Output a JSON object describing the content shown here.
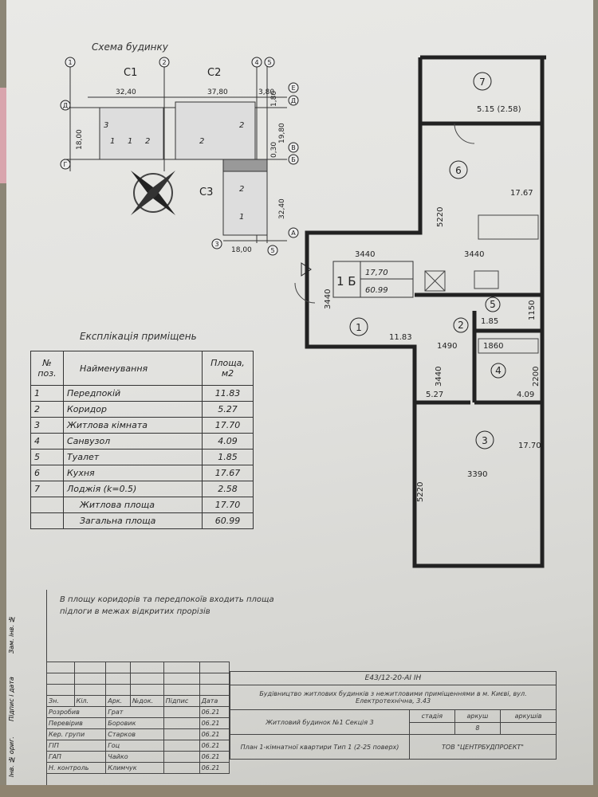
{
  "schema": {
    "title": "Схема будинку",
    "sections": [
      "С1",
      "С2",
      "С3"
    ],
    "axes_top": [
      "1",
      "2",
      "4",
      "5"
    ],
    "axes_bottom": [
      "3",
      "5"
    ],
    "axes_right": [
      "Е",
      "Д",
      "В",
      "Б",
      "А"
    ],
    "axes_left": [
      "Д",
      "Г"
    ],
    "dims": [
      "32,40",
      "37,80",
      "3,80",
      "18,00",
      "19,80",
      "1,80",
      "0,30",
      "32,40",
      "18,00"
    ]
  },
  "plan": {
    "apartment_label": "1 Б",
    "living_area": "17,70",
    "total_area": "60.99",
    "rooms": [
      {
        "no": "7",
        "area": "5.15 (2.58)"
      },
      {
        "no": "6",
        "area": "17.67"
      },
      {
        "no": "1",
        "area": "11.83"
      },
      {
        "no": "2",
        "area": "1490"
      },
      {
        "no": "5",
        "area": "1.85"
      },
      {
        "no": "4",
        "area": "4.09"
      },
      {
        "no": "3",
        "area": "17.70"
      }
    ],
    "dims": {
      "d1": "3440",
      "d2": "3440",
      "d3": "3440",
      "d4": "5220",
      "d5": "5220",
      "d6": "3390",
      "d7": "1860",
      "d8": "1150",
      "d9": "2200",
      "d10": "3440",
      "d11": "5.27"
    }
  },
  "explication": {
    "title": "Експлікація приміщень",
    "headers": {
      "no": "№ поз.",
      "name": "Найменування",
      "area": "Площа, м2"
    },
    "rows": [
      {
        "no": "1",
        "name": "Передпокій",
        "area": "11.83"
      },
      {
        "no": "2",
        "name": "Коридор",
        "area": "5.27"
      },
      {
        "no": "3",
        "name": "Житлова кімната",
        "area": "17.70"
      },
      {
        "no": "4",
        "name": "Санвузол",
        "area": "4.09"
      },
      {
        "no": "5",
        "name": "Туалет",
        "area": "1.85"
      },
      {
        "no": "6",
        "name": "Кухня",
        "area": "17.67"
      },
      {
        "no": "7",
        "name": "Лоджія (k=0.5)",
        "area": "2.58"
      }
    ],
    "living": {
      "name": "Житлова площа",
      "area": "17.70"
    },
    "total": {
      "name": "Загальна площа",
      "area": "60.99"
    }
  },
  "note": "В площу коридорів та передпокоїв входить площа підлоги в межах відкритих прорізів",
  "title_block": {
    "code": "Е43/12-20-АІ  ІН",
    "project": "Будівництво житлових будинків з нежитловими приміщеннями в м. Києві, вул. Електротехнічна, 3.43",
    "building": "Житловий будинок №1 Секція 3",
    "sheet_title": "План 1-кімнатної квартири Тип 1 (2-25 поверх)",
    "company": "ТОВ \"ЦЕНТРБУДПРОЕКТ\"",
    "stage_label": "стадія",
    "sheet_label": "аркуш",
    "sheets_label": "аркушів",
    "sheet_no": "8",
    "headers": [
      "Зн.",
      "Кіл.",
      "Арк.",
      "№док.",
      "Підпис",
      "Дата"
    ],
    "staff": [
      {
        "role": "Розробив",
        "name": "Грат",
        "date": "06.21"
      },
      {
        "role": "Перевірив",
        "name": "Боровик",
        "date": "06.21"
      },
      {
        "role": "Кер. групи",
        "name": "Старков",
        "date": "06.21"
      },
      {
        "role": "ГІП",
        "name": "Гоц",
        "date": "06.21"
      },
      {
        "role": "ГАП",
        "name": "Чайко",
        "date": "06.21"
      },
      {
        "role": "Н. контроль",
        "name": "Климчук",
        "date": "06.21"
      }
    ],
    "side_labels": [
      "Зам. інв. №",
      "Підпис і дата",
      "Інв. № ориг."
    ]
  }
}
